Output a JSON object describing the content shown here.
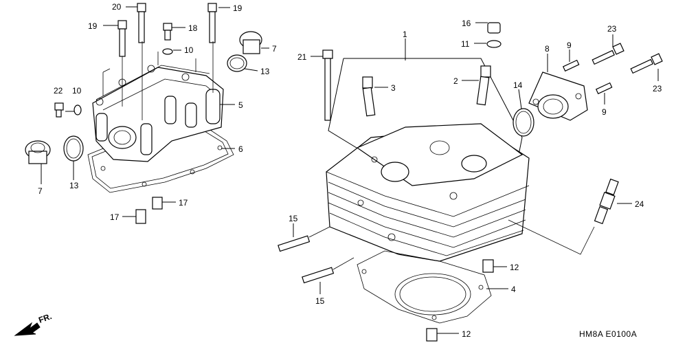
{
  "diagram": {
    "drawing_code": "HM8A E0100A",
    "direction_label": "FR.",
    "callouts": [
      {
        "id": "c20",
        "text": "20"
      },
      {
        "id": "c19a",
        "text": "19"
      },
      {
        "id": "c19b",
        "text": "19"
      },
      {
        "id": "c18",
        "text": "18"
      },
      {
        "id": "c10a",
        "text": "10"
      },
      {
        "id": "c10b",
        "text": "10"
      },
      {
        "id": "c7a",
        "text": "7"
      },
      {
        "id": "c7b",
        "text": "7"
      },
      {
        "id": "c13a",
        "text": "13"
      },
      {
        "id": "c13b",
        "text": "13"
      },
      {
        "id": "c22",
        "text": "22"
      },
      {
        "id": "c5",
        "text": "5"
      },
      {
        "id": "c6",
        "text": "6"
      },
      {
        "id": "c17a",
        "text": "17"
      },
      {
        "id": "c17b",
        "text": "17"
      },
      {
        "id": "c1",
        "text": "1"
      },
      {
        "id": "c21",
        "text": "21"
      },
      {
        "id": "c3",
        "text": "3"
      },
      {
        "id": "c2",
        "text": "2"
      },
      {
        "id": "c16",
        "text": "16"
      },
      {
        "id": "c11",
        "text": "11"
      },
      {
        "id": "c8",
        "text": "8"
      },
      {
        "id": "c9a",
        "text": "9"
      },
      {
        "id": "c9b",
        "text": "9"
      },
      {
        "id": "c14",
        "text": "14"
      },
      {
        "id": "c23a",
        "text": "23"
      },
      {
        "id": "c23b",
        "text": "23"
      },
      {
        "id": "c24",
        "text": "24"
      },
      {
        "id": "c15a",
        "text": "15"
      },
      {
        "id": "c15b",
        "text": "15"
      },
      {
        "id": "c12a",
        "text": "12"
      },
      {
        "id": "c12b",
        "text": "12"
      },
      {
        "id": "c4",
        "text": "4"
      }
    ]
  }
}
